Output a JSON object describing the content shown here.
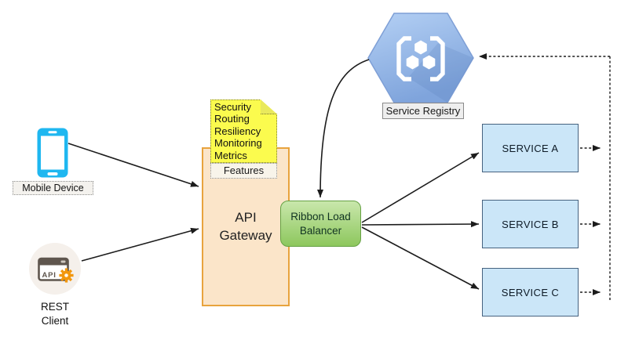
{
  "diagram": {
    "mobile_device": {
      "label": "Mobile Device"
    },
    "rest_client": {
      "label": "REST Client",
      "icon_text": "API"
    },
    "api_gateway": {
      "label": "API Gateway"
    },
    "features_note": {
      "items": [
        "Security",
        "Routing",
        "Resiliency",
        "Monitoring",
        "Metrics"
      ],
      "caption": "Features"
    },
    "ribbon_load_balancer": {
      "label": "Ribbon Load Balancer"
    },
    "service_registry": {
      "label": "Service Registry"
    },
    "services": [
      {
        "label": "SERVICE A"
      },
      {
        "label": "SERVICE B"
      },
      {
        "label": "SERVICE C"
      }
    ],
    "edges": [
      {
        "from": "mobile-device",
        "to": "api-gateway",
        "style": "solid-arrow"
      },
      {
        "from": "rest-client",
        "to": "api-gateway",
        "style": "solid-arrow"
      },
      {
        "from": "service-registry",
        "to": "ribbon-load-balancer",
        "style": "solid-curved-arrow"
      },
      {
        "from": "ribbon-load-balancer",
        "to": "service-a",
        "style": "solid-arrow"
      },
      {
        "from": "ribbon-load-balancer",
        "to": "service-b",
        "style": "solid-arrow"
      },
      {
        "from": "ribbon-load-balancer",
        "to": "service-c",
        "style": "solid-arrow"
      },
      {
        "from": "service-a",
        "to": "service-registry",
        "style": "dashed-arrow"
      },
      {
        "from": "service-b",
        "to": "service-registry",
        "style": "dashed-arrow"
      },
      {
        "from": "service-c",
        "to": "service-registry",
        "style": "dashed-arrow"
      }
    ],
    "colors": {
      "phone_cyan": "#1fb7f0",
      "gateway_fill": "#fbe5c9",
      "gateway_border": "#e8a33d",
      "note_yellow": "#fbfb4e",
      "features_fill": "#f8f4ea",
      "ribbon_fill_top": "#c9e7ac",
      "ribbon_fill_bottom": "#8dc75d",
      "ribbon_border": "#66a144",
      "registry_blue_light": "#b4d0f4",
      "registry_blue_dark": "#7fa4dc",
      "service_fill": "#cbe6f8",
      "service_border": "#46627f",
      "gear_orange": "#f2970d",
      "line_color": "#1c1c1c"
    }
  }
}
